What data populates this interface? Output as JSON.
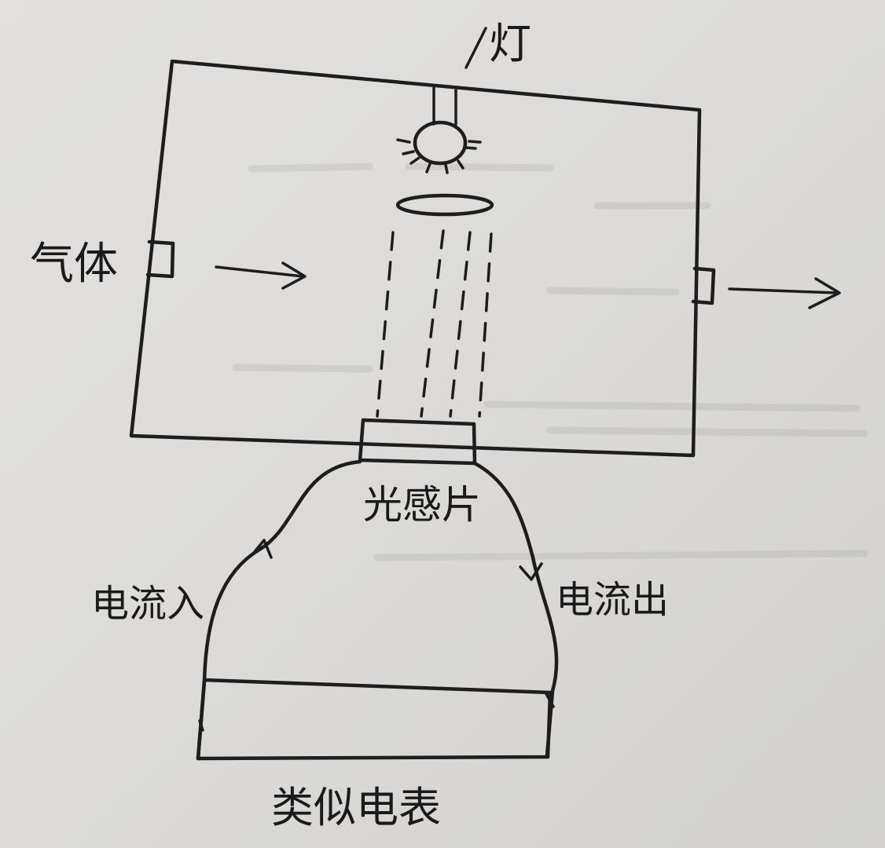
{
  "labels": {
    "lamp": "灯",
    "gas": "气体",
    "photosensor": "光感片",
    "current_in": "电流入",
    "current_out": "电流出",
    "meter": "类似电表"
  }
}
